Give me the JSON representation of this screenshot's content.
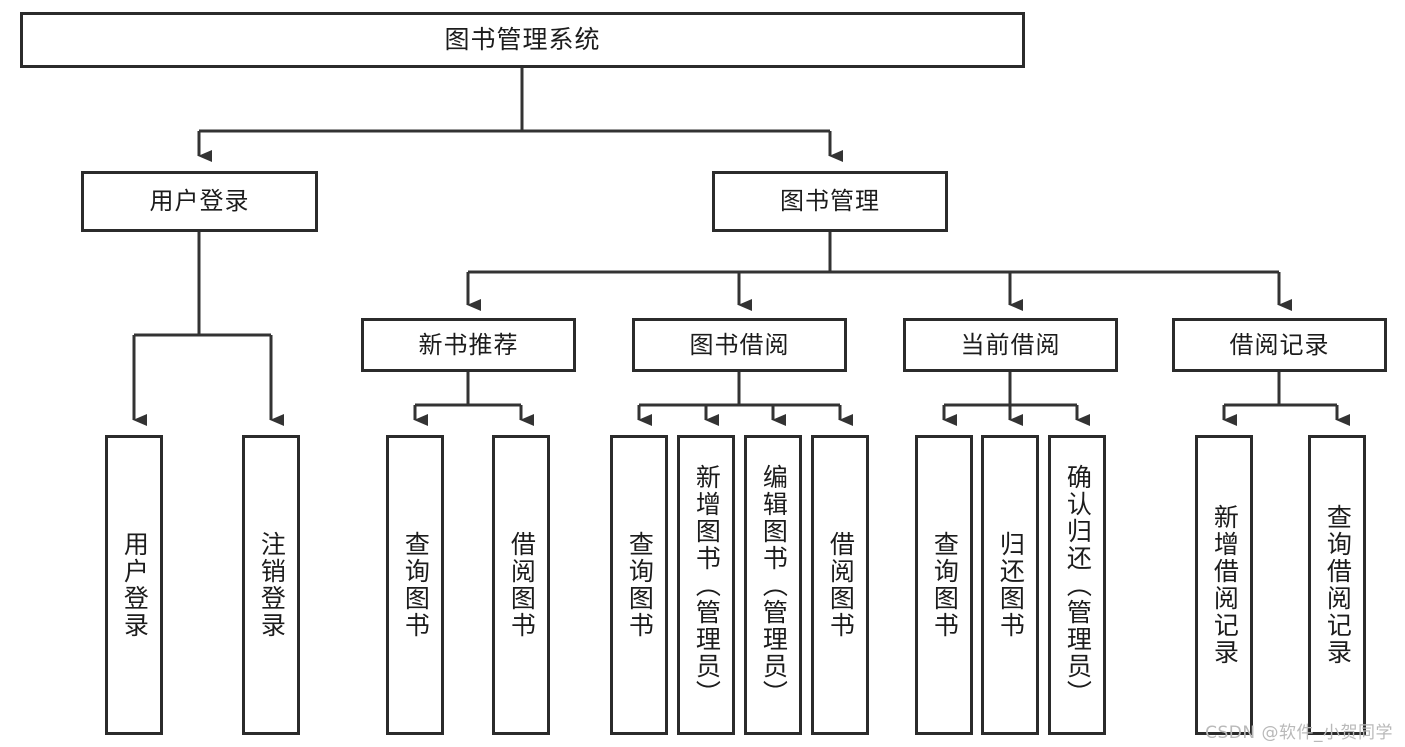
{
  "diagram": {
    "type": "tree",
    "title": "图书管理系统",
    "orientation": "top-down",
    "colors": {
      "box_border": "#2b2b2b",
      "connector": "#333333",
      "background": "#ffffff",
      "text": "#1c1c1c",
      "watermark": "#b9b9b9"
    },
    "root": {
      "label": "图书管理系统"
    },
    "level2": [
      {
        "id": "user-login",
        "label": "用户登录"
      },
      {
        "id": "book-manage",
        "label": "图书管理"
      }
    ],
    "level3": [
      {
        "id": "new-book-rec",
        "label": "新书推荐"
      },
      {
        "id": "book-borrow",
        "label": "图书借阅"
      },
      {
        "id": "current-borrow",
        "label": "当前借阅"
      },
      {
        "id": "borrow-record",
        "label": "借阅记录"
      }
    ],
    "leaves": {
      "user_login": [
        {
          "id": "leaf-user-login",
          "label": "用户登录"
        },
        {
          "id": "leaf-user-logout",
          "label": "注销登录"
        }
      ],
      "new_book_rec": [
        {
          "id": "leaf-query-book-1",
          "label": "查询图书"
        },
        {
          "id": "leaf-borrow-book-1",
          "label": "借阅图书"
        }
      ],
      "book_borrow": [
        {
          "id": "leaf-query-book-2",
          "label": "查询图书"
        },
        {
          "id": "leaf-add-book",
          "label": "新增图书（管理员）"
        },
        {
          "id": "leaf-edit-book",
          "label": "编辑图书（管理员）"
        },
        {
          "id": "leaf-borrow-book-2",
          "label": "借阅图书"
        }
      ],
      "current_borrow": [
        {
          "id": "leaf-query-book-3",
          "label": "查询图书"
        },
        {
          "id": "leaf-return-book",
          "label": "归还图书"
        },
        {
          "id": "leaf-confirm-return",
          "label": "确认归还（管理员）"
        }
      ],
      "borrow_record": [
        {
          "id": "leaf-add-record",
          "label": "新增借阅记录"
        },
        {
          "id": "leaf-query-record",
          "label": "查询借阅记录"
        }
      ]
    }
  },
  "watermark": {
    "text": "CSDN @软件_小贺同学"
  }
}
